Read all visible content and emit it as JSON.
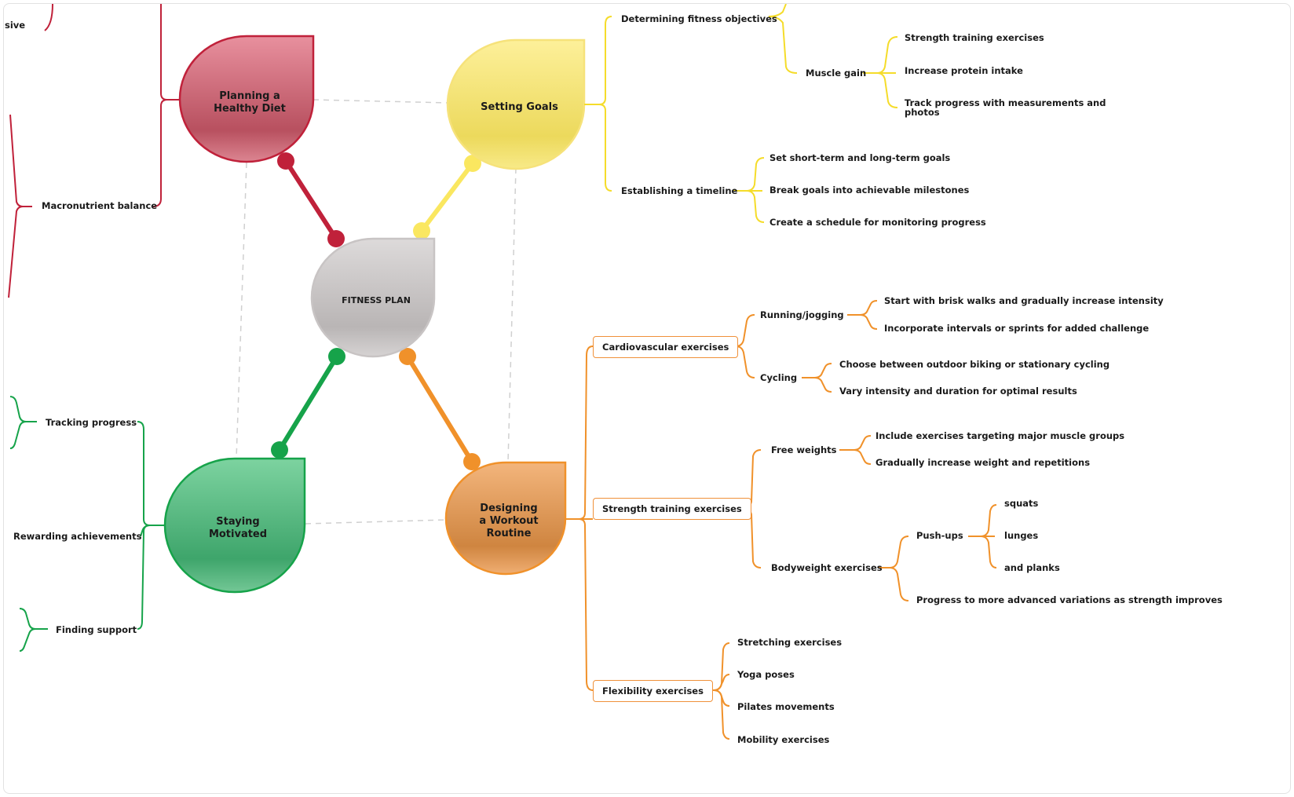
{
  "center": {
    "title": "FITNESS PLAN"
  },
  "colors": {
    "red": "#c0213a",
    "yellow": "#f5dc2a",
    "orange": "#f0913a",
    "green": "#16a34a",
    "gray": "#c5c2c2"
  },
  "branches": {
    "diet": {
      "title": "Planning a\nHealthy Diet",
      "items": [
        "sive",
        "Macronutrient balance"
      ]
    },
    "goals": {
      "title": "Setting Goals",
      "items": [
        {
          "label": "Determining fitness objectives",
          "children": [
            {
              "label": "Muscle gain",
              "children": [
                "Strength training exercises",
                "Increase protein intake",
                "Track progress with measurements and\nphotos"
              ]
            }
          ]
        },
        {
          "label": "Establishing a timeline",
          "children": [
            "Set short-term and long-term goals",
            "Break goals into achievable milestones",
            "Create a schedule for monitoring progress"
          ]
        }
      ]
    },
    "workout": {
      "title": "Designing\na Workout\nRoutine",
      "items": [
        {
          "label": "Cardiovascular exercises",
          "children": [
            {
              "label": "Running/jogging",
              "children": [
                "Start with brisk walks and gradually increase intensity",
                "Incorporate intervals or sprints for added challenge"
              ]
            },
            {
              "label": "Cycling",
              "children": [
                "Choose between outdoor biking or stationary cycling",
                "Vary intensity and duration for optimal results"
              ]
            }
          ]
        },
        {
          "label": "Strength training exercises",
          "children": [
            {
              "label": "Free weights",
              "children": [
                "Include exercises targeting major muscle groups",
                "Gradually increase weight and repetitions"
              ]
            },
            {
              "label": "Bodyweight exercises",
              "children": [
                {
                  "label": "Push-ups",
                  "children": [
                    "squats",
                    "lunges",
                    "and planks"
                  ]
                },
                "Progress to more advanced variations as strength improves"
              ]
            }
          ]
        },
        {
          "label": "Flexibility exercises",
          "children": [
            "Stretching exercises",
            "Yoga poses",
            "Pilates movements",
            "Mobility exercises"
          ]
        }
      ]
    },
    "motivation": {
      "title": "Staying\nMotivated",
      "items": [
        "Tracking progress",
        "Rewarding achievements",
        "Finding support"
      ]
    }
  }
}
